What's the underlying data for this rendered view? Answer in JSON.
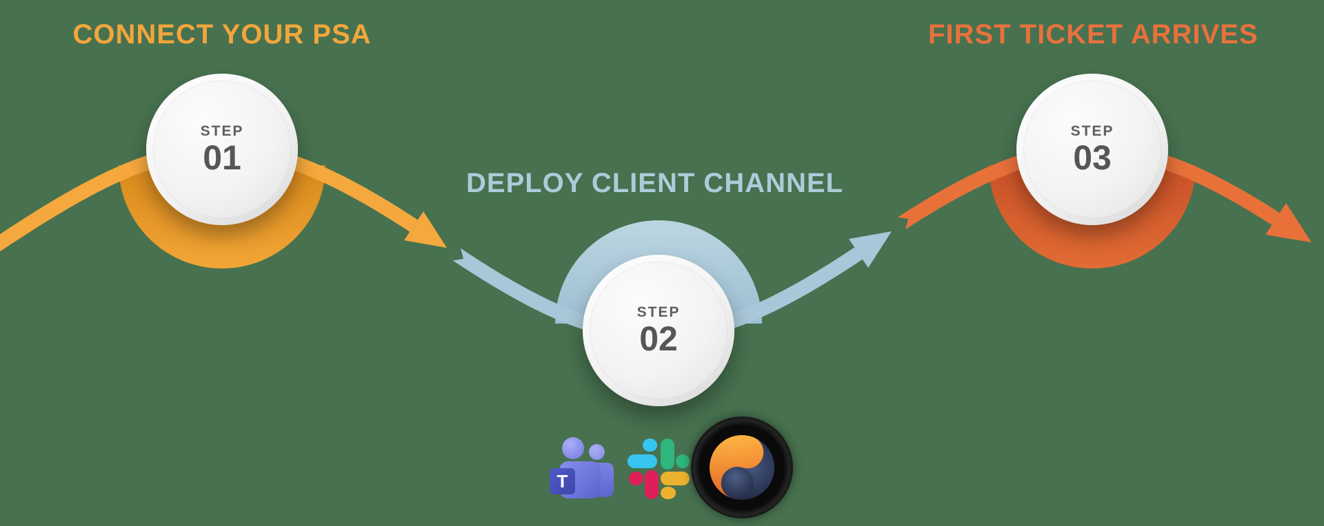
{
  "background_color": "#47714F",
  "titles": {
    "step1": "CONNECT YOUR PSA",
    "step2": "DEPLOY CLIENT CHANNEL",
    "step3": "FIRST TICKET ARRIVES"
  },
  "steps": [
    {
      "label": "STEP",
      "number": "01"
    },
    {
      "label": "STEP",
      "number": "02"
    },
    {
      "label": "STEP",
      "number": "03"
    }
  ],
  "colors": {
    "title1": "#F2A63C",
    "title2": "#AECBD9",
    "title3": "#E8713C",
    "wave1": "#F5A83D",
    "wave2": "#A9C7D8",
    "wave3": "#E8713A",
    "hump1": "#E59A28",
    "hump2": "#A9C8D8",
    "hump3": "#D45E2D",
    "circle_face": "#F5F5F5",
    "step_text": "#5E5E5E",
    "teams_purple": "#5059C9",
    "teams_light_purple": "#7B83EB",
    "slack_blue": "#36C5F0",
    "slack_green": "#2EB67D",
    "slack_red": "#E01E5A",
    "slack_yellow": "#ECB22E",
    "thread_orange": "#F08A33",
    "thread_navy": "#2A3553",
    "thread_ring": "#0A0A0A"
  },
  "logos": {
    "teams": {
      "name": "Microsoft Teams",
      "tile_letter": "T"
    },
    "slack": {
      "name": "Slack"
    },
    "thread": {
      "name": "Thread"
    }
  }
}
